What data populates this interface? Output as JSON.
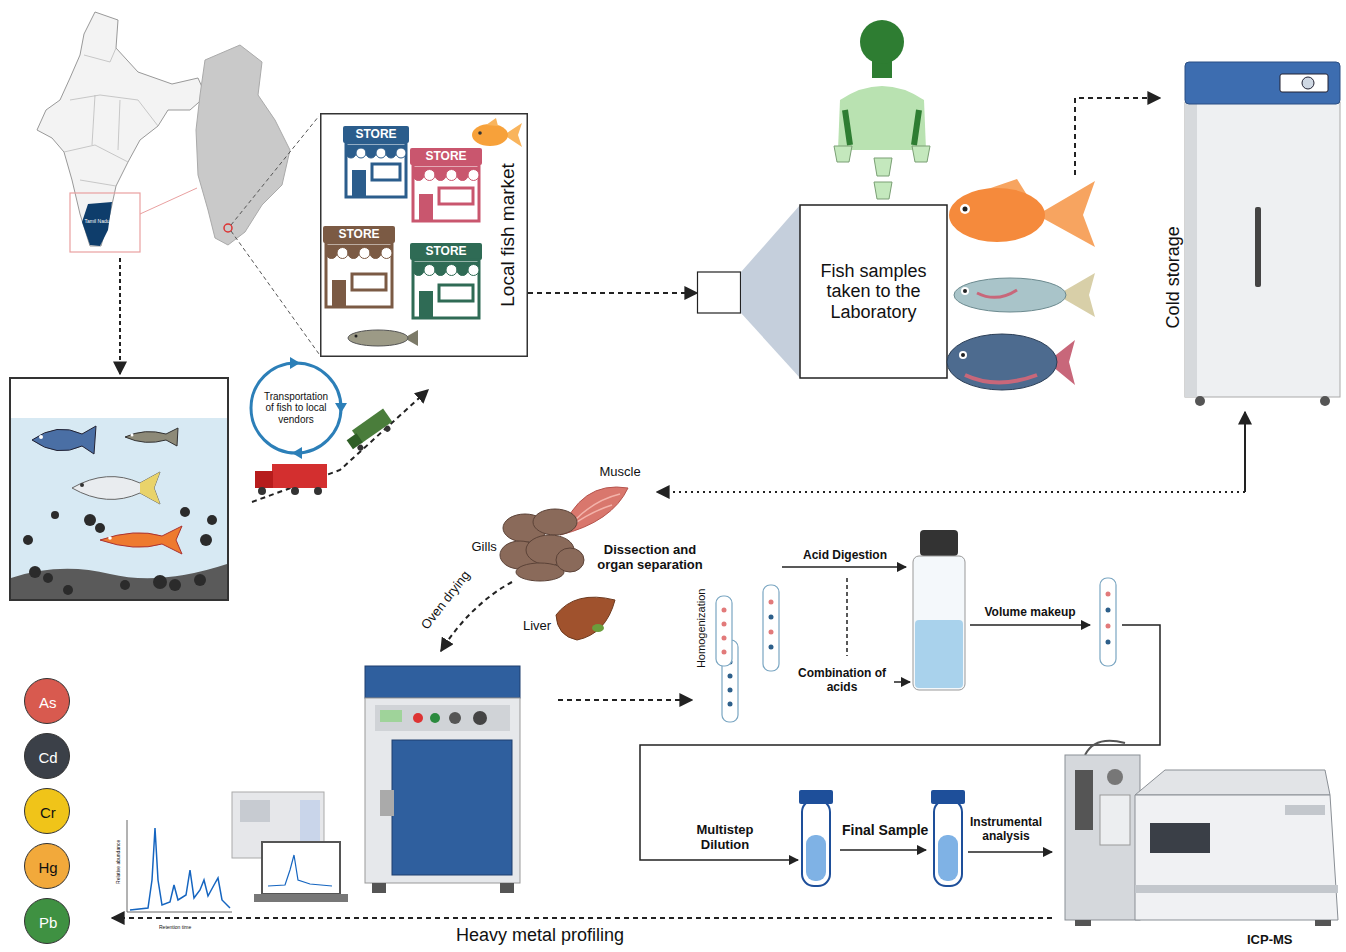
{
  "diagram": {
    "nodes": [
      {
        "text": [
          "Local fish market"
        ]
      },
      {
        "text": [
          "STORE"
        ],
        "in": 0
      },
      {
        "text": [
          "STORE"
        ],
        "in": 0
      },
      {
        "text": [
          "STORE"
        ],
        "in": 0
      },
      {
        "text": [
          "STORE"
        ],
        "in": 0
      },
      {
        "text": [
          "Transportation of fish to local vendors"
        ]
      },
      {
        "text": [
          "Fish samples taken to the Laboratory"
        ]
      },
      {
        "text": [
          "Cold storage"
        ]
      },
      {
        "text": [
          "As"
        ]
      },
      {
        "text": [
          "Cd"
        ]
      },
      {
        "text": [
          "Cr"
        ]
      },
      {
        "text": [
          "Hg"
        ]
      },
      {
        "text": [
          "Pb"
        ]
      },
      {
        "text": [
          "ICP-MS"
        ]
      }
    ],
    "edges": [
      {
        "from": 0,
        "to": 6,
        "arrow": "to"
      },
      {
        "from": 6,
        "to": 7,
        "arrow": "to"
      }
    ],
    "labels": [
      "Tamil Nadu",
      "Muscle",
      "Gills",
      "Liver",
      "Dissection and organ separation",
      "Oven drying",
      "Homogenization",
      "Acid Digestion",
      "Combination of acids",
      "Volume makeup",
      "Multistep Dilution",
      "Final Sample",
      "Instrumental analysis",
      "Heavy metal profiling",
      "Relative abundance",
      "Retention time"
    ]
  }
}
